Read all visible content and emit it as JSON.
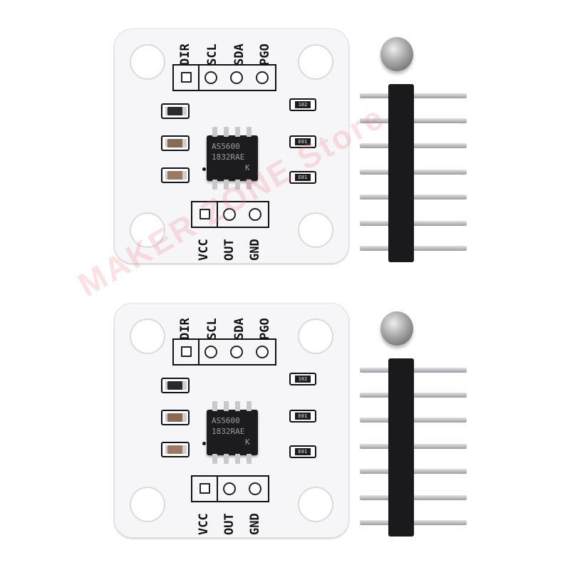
{
  "modules": [
    {
      "pins_top": [
        "DIR",
        "SCL",
        "SDA",
        "PGO"
      ],
      "pins_bottom": [
        "VCC",
        "OUT",
        "GND"
      ],
      "chip_text": [
        "AS5600",
        "1832RAE",
        "K"
      ],
      "resistor_codes": [
        "102",
        "E01",
        "E01"
      ]
    },
    {
      "pins_top": [
        "DIR",
        "SCL",
        "SDA",
        "PGO"
      ],
      "pins_bottom": [
        "VCC",
        "OUT",
        "GND"
      ],
      "chip_text": [
        "AS5600",
        "1832RAE",
        "K"
      ],
      "resistor_codes": [
        "102",
        "E01",
        "E01"
      ]
    }
  ],
  "watermark": "MAKER ZONE Store",
  "colors": {
    "pcb": "#f6f6f8",
    "silkscreen": "#111111",
    "chip": "#1c1c1f",
    "header": "#1a1a1d",
    "watermark": "#eb7882"
  }
}
